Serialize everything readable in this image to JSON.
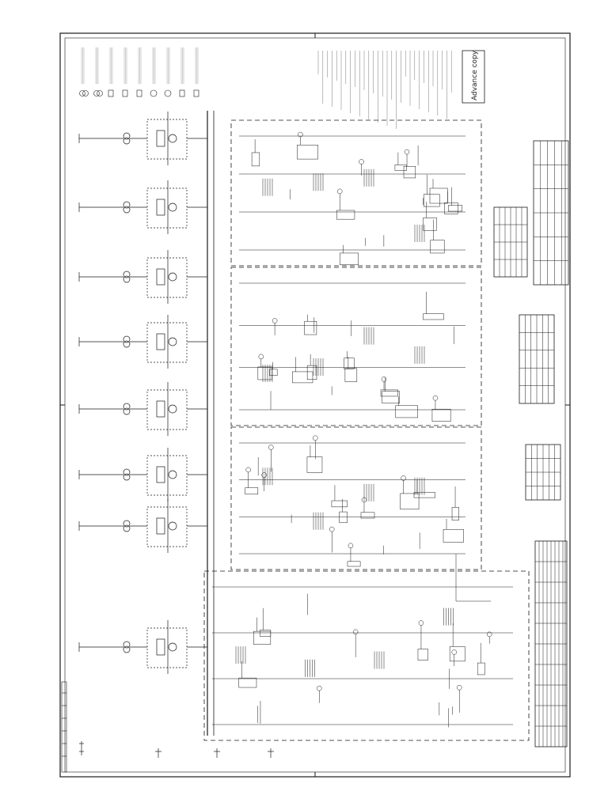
{
  "sheet": {
    "stamp": "Advance copy"
  },
  "legend": {
    "symbols": [
      "transformer",
      "transformer-3w",
      "breaker",
      "disconnector",
      "earth-switch",
      "motor",
      "generator",
      "fuse",
      "busbar"
    ]
  },
  "feeders": [
    {
      "id": "f1"
    },
    {
      "id": "f2"
    },
    {
      "id": "f3"
    },
    {
      "id": "f4"
    },
    {
      "id": "f5"
    },
    {
      "id": "f6"
    },
    {
      "id": "f7"
    },
    {
      "id": "f8"
    }
  ],
  "sections": [
    {
      "id": "section-a"
    },
    {
      "id": "section-b"
    },
    {
      "id": "section-c"
    },
    {
      "id": "section-d"
    }
  ],
  "tables": [
    {
      "id": "title-block"
    },
    {
      "id": "schedule-1"
    },
    {
      "id": "schedule-2"
    },
    {
      "id": "schedule-3"
    },
    {
      "id": "revision-table"
    }
  ],
  "colors": {
    "line": "#1a1a1a",
    "paper": "#ffffff",
    "faint": "#9a9a9a"
  }
}
